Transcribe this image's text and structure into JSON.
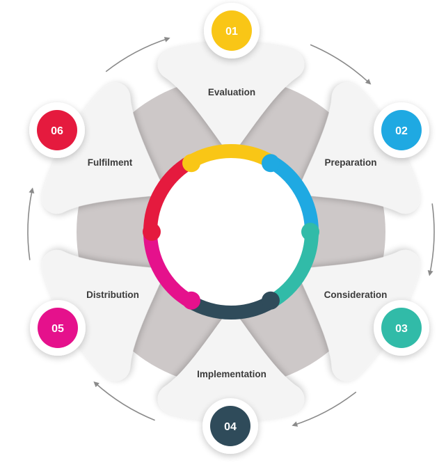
{
  "steps": [
    {
      "number": "01",
      "label": "Evaluation",
      "color": "#f9c616"
    },
    {
      "number": "02",
      "label": "Preparation",
      "color": "#1fa9e2"
    },
    {
      "number": "03",
      "label": "Consideration",
      "color": "#31bba8"
    },
    {
      "number": "04",
      "label": "Implementation",
      "color": "#2f4b5a"
    },
    {
      "number": "05",
      "label": "Distribution",
      "color": "#e5118c"
    },
    {
      "number": "06",
      "label": "Fulfilment",
      "color": "#e51a3e"
    }
  ],
  "colors": {
    "background": "#ffffff",
    "hub_ring": "#cdc8c8",
    "petal": "#f4f4f4",
    "arrow": "#8a8a8a"
  }
}
